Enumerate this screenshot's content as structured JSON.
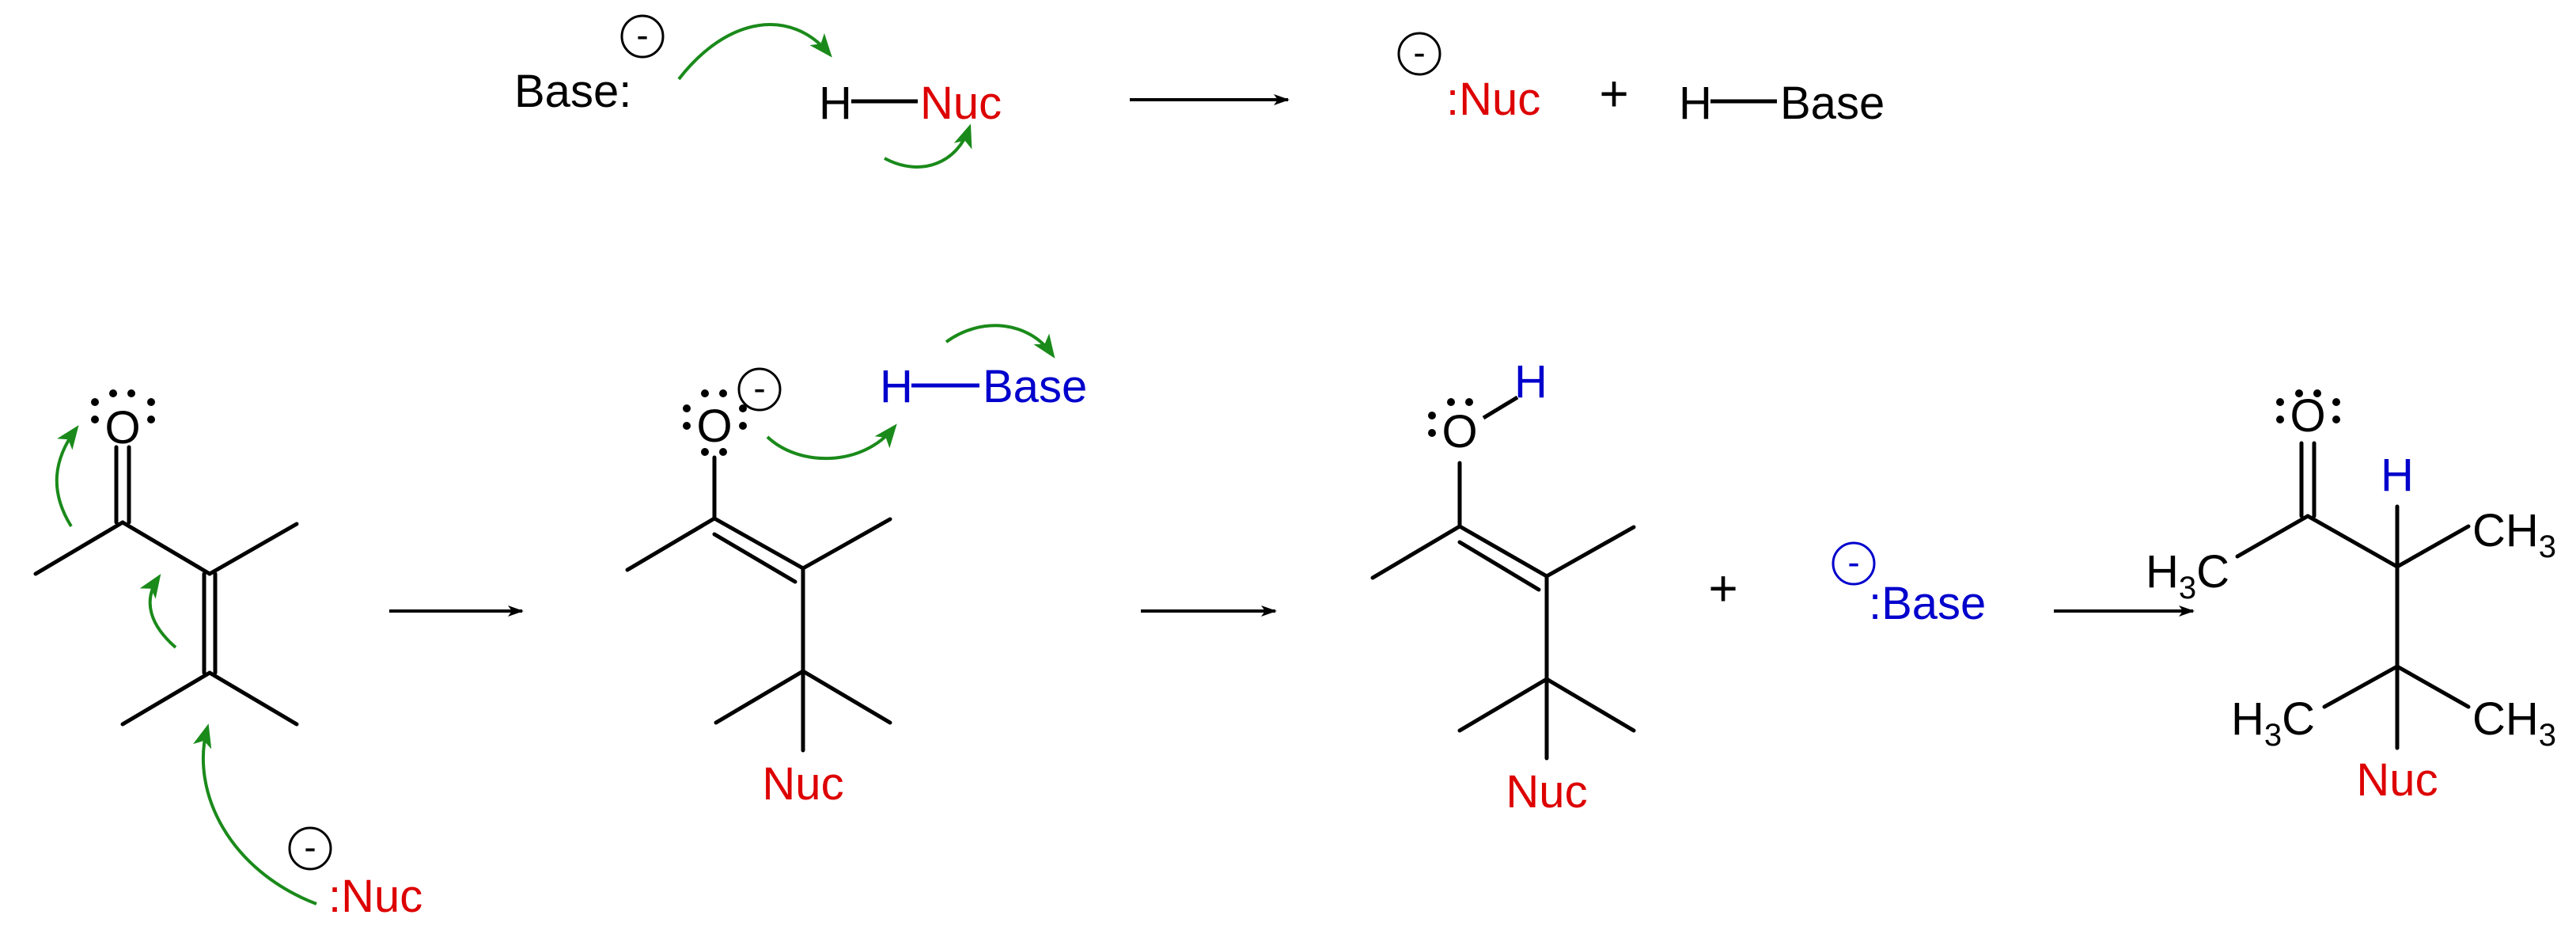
{
  "colors": {
    "black": "#000000",
    "red": "#dd0000",
    "blue": "#0000cc",
    "green": "#1a8a1a"
  },
  "top_equation": {
    "base_label": "Base:",
    "base_charge": "-",
    "h_label": "H",
    "nuc_label": "Nuc",
    "product_nuc_charge": "-",
    "product_nuc_label": ":Nuc",
    "plus": "+",
    "product_h_label": "H",
    "product_base_label": "Base"
  },
  "step1": {
    "oxygen": "O",
    "attacking_nuc_charge": "-",
    "attacking_nuc_label": ":Nuc"
  },
  "step2": {
    "oxygen": "O",
    "oxygen_charge": "-",
    "h_label": "H",
    "base_label": "Base",
    "nuc_label": "Nuc"
  },
  "step3": {
    "oxygen": "O",
    "h_label": "H",
    "nuc_label": "Nuc",
    "plus": "+",
    "base_charge": "-",
    "base_label": ":Base"
  },
  "step4": {
    "oxygen": "O",
    "h_label": "H",
    "methyl_left_main": "H",
    "methyl_left_sub": "3",
    "methyl_left_end": "C",
    "methyl_right_main": "CH",
    "methyl_right_sub": "3",
    "methyl_lower_left_main": "H",
    "methyl_lower_left_sub": "3",
    "methyl_lower_left_end": "C",
    "methyl_lower_right_main": "CH",
    "methyl_lower_right_sub": "3",
    "nuc_label": "Nuc"
  }
}
